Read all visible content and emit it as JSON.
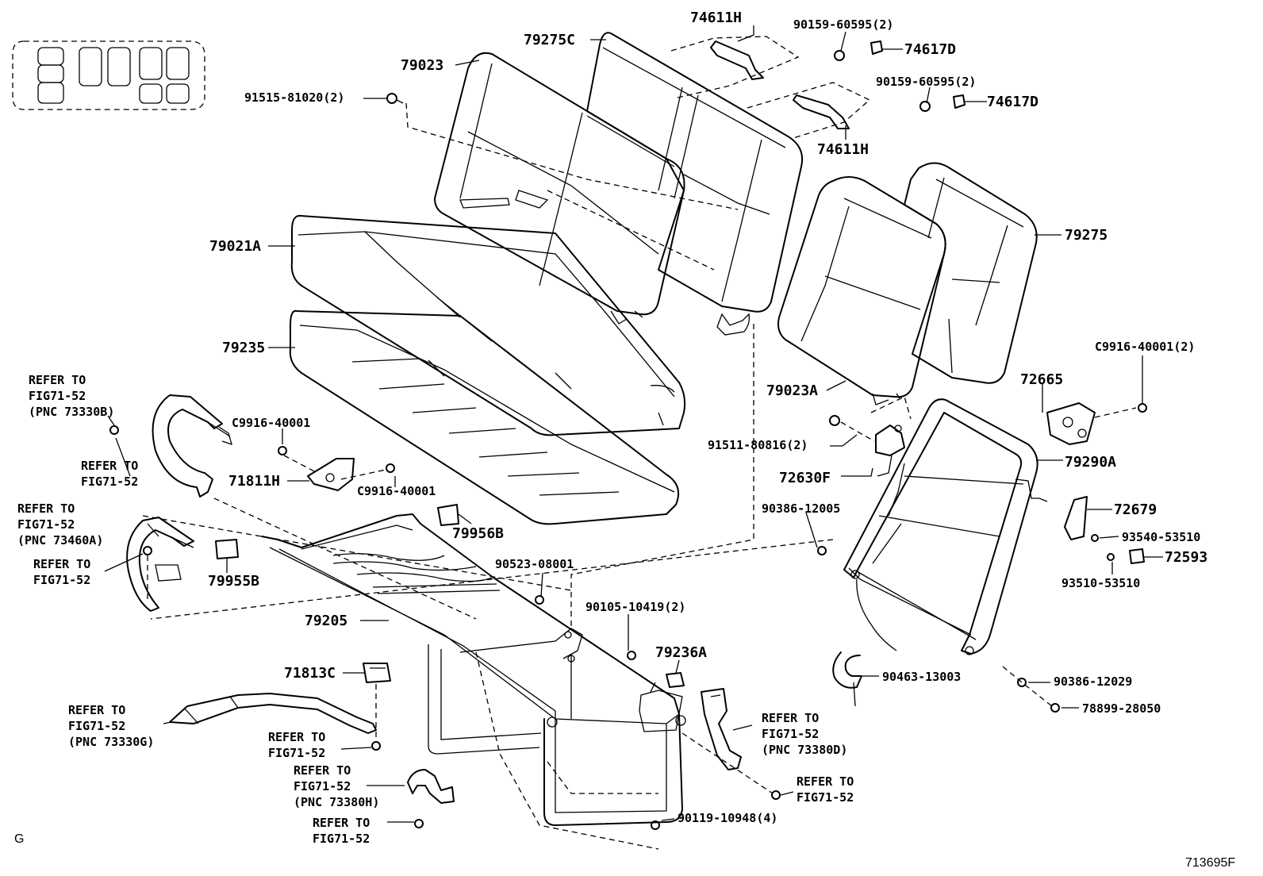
{
  "footer": {
    "corner_left": "G",
    "corner_right": "713695F"
  },
  "labels": {
    "p74611H_a": "74611H",
    "p90159_a": "90159-60595(2)",
    "p74617D_a": "74617D",
    "p79275C": "79275C",
    "p79023": "79023",
    "p91515": "91515-81020(2)",
    "p90159_b": "90159-60595(2)",
    "p74617D_b": "74617D",
    "p74611H_b": "74611H",
    "p79021A": "79021A",
    "p79275": "79275",
    "p79235": "79235",
    "pC9916_a": "C9916-40001(2)",
    "p72665": "72665",
    "p79023A": "79023A",
    "p91511": "91511-80816(2)",
    "p79290A": "79290A",
    "p72630F": "72630F",
    "pC9916_b": "C9916-40001",
    "p71811H": "71811H",
    "pC9916_c": "C9916-40001",
    "p79956B": "79956B",
    "p90386_a": "90386-12005",
    "p72679": "72679",
    "p93540": "93540-53510",
    "p72593": "72593",
    "p93510": "93510-53510",
    "p79955B": "79955B",
    "p90523": "90523-08001",
    "p79205": "79205",
    "p90105": "90105-10419(2)",
    "p79236A": "79236A",
    "p71813C": "71813C",
    "p90463": "90463-13003",
    "p90386_b": "90386-12029",
    "p78899": "78899-28050",
    "p90119": "90119-10948(4)"
  },
  "refs": {
    "r1": [
      "REFER TO",
      "FIG71-52",
      "(PNC 73330B)"
    ],
    "r2": [
      "REFER TO",
      "FIG71-52"
    ],
    "r3": [
      "REFER TO",
      "FIG71-52",
      "(PNC 73460A)"
    ],
    "r4": [
      "REFER TO",
      "FIG71-52"
    ],
    "r5": [
      "REFER TO",
      "FIG71-52",
      "(PNC 73330G)"
    ],
    "r6": [
      "REFER TO",
      "FIG71-52"
    ],
    "r7": [
      "REFER TO",
      "FIG71-52",
      "(PNC 73380H)"
    ],
    "r8": [
      "REFER TO",
      "FIG71-52"
    ],
    "r9": [
      "REFER TO",
      "FIG71-52",
      "(PNC 73380D)"
    ],
    "r10": [
      "REFER TO",
      "FIG71-52"
    ]
  }
}
